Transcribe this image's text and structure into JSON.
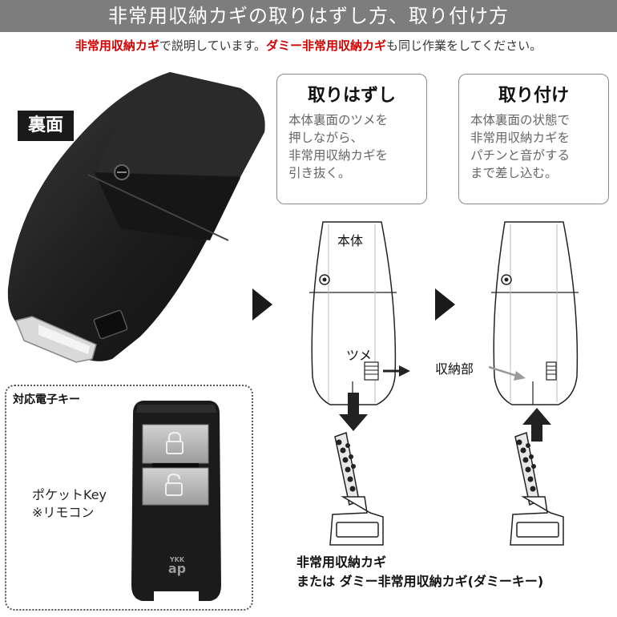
{
  "header": {
    "title": "非常用収納カギの取りはずし方、取り付け方"
  },
  "subtitle": {
    "red1": "非常用収納カギ",
    "text1": "で説明しています。",
    "red2": "ダミー非常用収納カギ",
    "text2": "も同じ作業をしてください。"
  },
  "back_label": "裏面",
  "removal": {
    "title": "取りはずし",
    "lines": [
      "本体裏面のツメを",
      "押しながら、",
      "非常用収納カギを",
      "引き抜く。"
    ]
  },
  "attach": {
    "title": "取り付け",
    "lines": [
      "本体裏面の状態で",
      "非常用収納カギを",
      "パチンと音がする",
      "まで差し込む。"
    ]
  },
  "labels": {
    "body": "本体",
    "claw": "ツメ",
    "storage": "収納部"
  },
  "keys": {
    "title": "対応電子キー",
    "pocket": "ポケットKey",
    "remote": "※リモコン",
    "brand_top": "YKK",
    "brand_bottom": "ap"
  },
  "caption": {
    "line1": "非常用収納カギ",
    "line2": "または ダミー非常用収納カギ(ダミーキー)"
  },
  "colors": {
    "header_bg": "#7d7d7d",
    "accent_red": "#d40000",
    "key_black": "#1b1b1b",
    "plate_silver": "#b8b8b8"
  }
}
